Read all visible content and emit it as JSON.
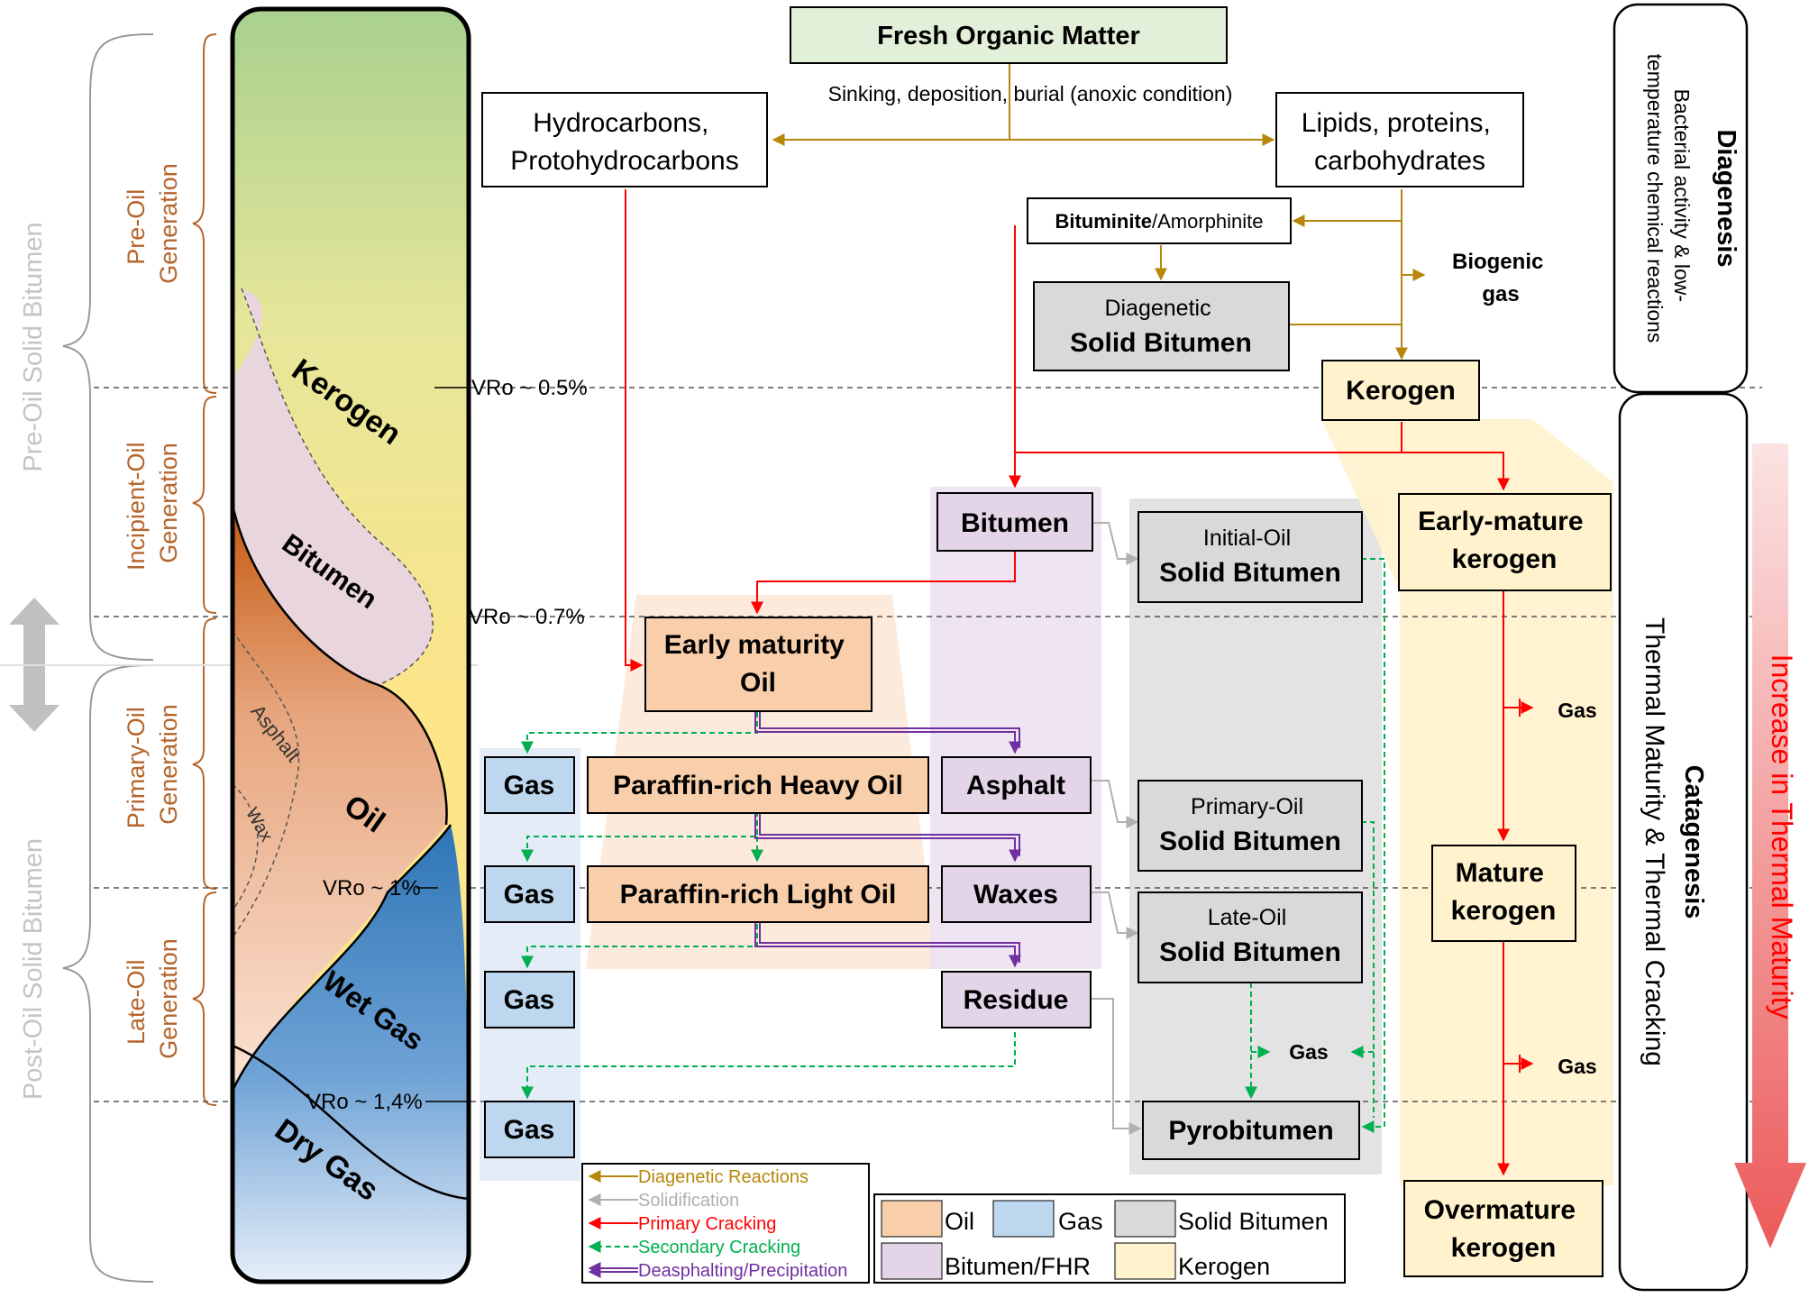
{
  "colors": {
    "oil": "#f8cfaa",
    "gas": "#bdd7ee",
    "solid_bitumen": "#d9d9d9",
    "bitumen_fhr": "#e3d4e8",
    "kerogen": "#fff2cc",
    "fresh": "#e2f0d9",
    "diagenetic_arrow": "#b8860b",
    "solidification_arrow": "#b0b0b0",
    "primary_arrow": "#ff0000",
    "secondary_arrow": "#00b050",
    "deasphalting_arrow": "#7030a0",
    "stage_text": "#b5652c",
    "side_gray": "#c8c8c8"
  },
  "left_axis": {
    "pre_oil": "Pre-Oil Solid Bitumen",
    "post_oil": "Post-Oil Solid Bitumen"
  },
  "stages": {
    "pre_oil": [
      "Pre-Oil",
      "Generation"
    ],
    "incipient": [
      "Incipient-Oil",
      "Generation"
    ],
    "primary": [
      "Primary-Oil",
      "Generation"
    ],
    "late": [
      "Late-Oil",
      "Generation"
    ]
  },
  "column": {
    "kerogen": "Kerogen",
    "bitumen": "Bitumen",
    "asphalt": "Asphalt",
    "wax": "Wax",
    "oil": "Oil",
    "wet_gas": "Wet Gas",
    "dry_gas": "Dry Gas"
  },
  "vro": {
    "v05": "VRo ~ 0.5%",
    "v07": "VRo ~ 0.7%",
    "v1": "VRo ~ 1%",
    "v14": "VRo ~ 1,4%"
  },
  "boxes": {
    "fresh_organic": "Fresh Organic Matter",
    "sinking": "Sinking, deposition, burial (anoxic condition)",
    "hydrocarbons": [
      "Hydrocarbons,",
      "Protohydrocarbons"
    ],
    "lipids": [
      "Lipids, proteins,",
      "carbohydrates"
    ],
    "bituminite_bold": "Bituminite",
    "bituminite_rest": "/Amorphinite",
    "biogenic_gas": [
      "Biogenic",
      "gas"
    ],
    "diagenetic_sb": [
      "Diagenetic",
      "Solid Bitumen"
    ],
    "kerogen": "Kerogen",
    "bitumen": "Bitumen",
    "initial_oil_sb": [
      "Initial-Oil",
      "Solid Bitumen"
    ],
    "early_mature_kerogen": [
      "Early-mature",
      "kerogen"
    ],
    "early_maturity_oil": [
      "Early maturity",
      "Oil"
    ],
    "paraffin_heavy": "Paraffin-rich Heavy Oil",
    "paraffin_light": "Paraffin-rich Light Oil",
    "asphalt": "Asphalt",
    "waxes": "Waxes",
    "residue": "Residue",
    "gas": "Gas",
    "primary_oil_sb": [
      "Primary-Oil",
      "Solid Bitumen"
    ],
    "late_oil_sb": [
      "Late-Oil",
      "Solid Bitumen"
    ],
    "pyrobitumen": "Pyrobitumen",
    "mature_kerogen": [
      "Mature",
      "kerogen"
    ],
    "overmature_kerogen": [
      "Overmature",
      "kerogen"
    ]
  },
  "right_panel": {
    "diagenesis_title": "Diagenesis",
    "diagenesis_desc": [
      "Bacterial activity & low-",
      "temperature chemical reactions"
    ],
    "catagenesis_title": "Catagenesis",
    "catagenesis_desc": "Thermal Maturity & Thermal Cracking",
    "increase": "Increase in Thermal Maturity"
  },
  "legend_arrows": [
    {
      "label": "Diagenetic Reactions",
      "color": "#b8860b",
      "style": "solid"
    },
    {
      "label": "Solidification",
      "color": "#b0b0b0",
      "style": "solid"
    },
    {
      "label": "Primary Cracking",
      "color": "#ff0000",
      "style": "solid"
    },
    {
      "label": "Secondary Cracking",
      "color": "#00b050",
      "style": "dashed"
    },
    {
      "label": "Deasphalting/Precipitation",
      "color": "#7030a0",
      "style": "double"
    }
  ],
  "legend_fill": {
    "oil": "Oil",
    "gas": "Gas",
    "solid_bitumen": "Solid Bitumen",
    "bitumen_fhr": "Bitumen/FHR",
    "kerogen": "Kerogen"
  }
}
